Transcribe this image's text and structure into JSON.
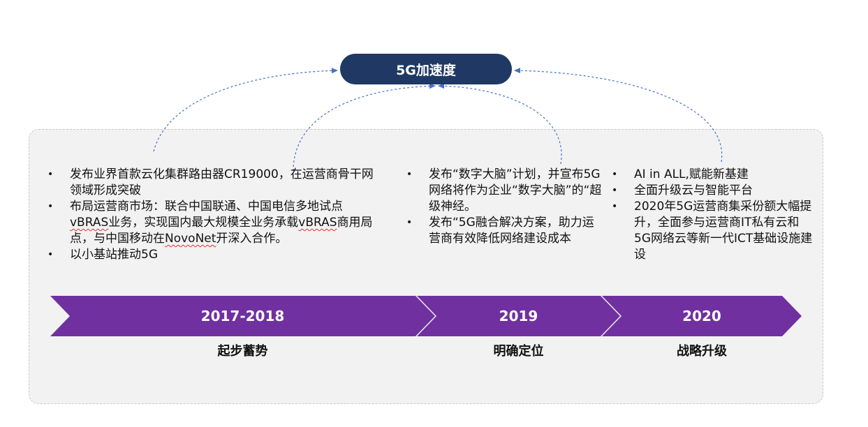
{
  "center_node": {
    "label": "5G加速度"
  },
  "colors": {
    "pill": "#1f3864",
    "chevron": "#7030a0",
    "arrow": "#4472c4",
    "panel": "#f2f2f2"
  },
  "columns": [
    {
      "bullets": [
        {
          "segments": [
            {
              "text": "发布业界首款云化集群路由器CR19000，在运营商骨干网领域形成突破"
            }
          ]
        },
        {
          "segments": [
            {
              "text": "布局运营商市场：联合中国联通、中国电信多地试点"
            },
            {
              "text": "vBRAS",
              "squiggle": true
            },
            {
              "text": "业务，实现国内最大规模全业务承载"
            },
            {
              "text": "vBRAS",
              "squiggle": true
            },
            {
              "text": "商用局点，与中国移动在"
            },
            {
              "text": "NovoNet",
              "squiggle": true
            },
            {
              "text": "开深入合作。"
            }
          ]
        },
        {
          "segments": [
            {
              "text": "以小基站推动5G"
            }
          ]
        }
      ]
    },
    {
      "bullets": [
        {
          "segments": [
            {
              "text": "发布“数字大脑”计划，并宣布5G网络将作为企业“数字大脑”的“超级神经。"
            }
          ]
        },
        {
          "segments": [
            {
              "text": "发布“5G融合解决方案，助力运营商有效降低网络建设成本"
            }
          ]
        }
      ]
    },
    {
      "bullets": [
        {
          "segments": [
            {
              "text": "AI in ALL,赋能新基建"
            }
          ]
        },
        {
          "segments": [
            {
              "text": "全面升级云与智能平台"
            }
          ]
        },
        {
          "segments": [
            {
              "text": "2020年5G运营商集采份额大幅提升，全面参与运营商IT私有云和5G网络云等新一代ICT基础设施建设"
            }
          ]
        }
      ]
    }
  ],
  "timeline": [
    {
      "year": "2017-2018",
      "phase": "起步蓄势"
    },
    {
      "year": "2019",
      "phase": "明确定位"
    },
    {
      "year": "2020",
      "phase": "战略升级"
    }
  ]
}
